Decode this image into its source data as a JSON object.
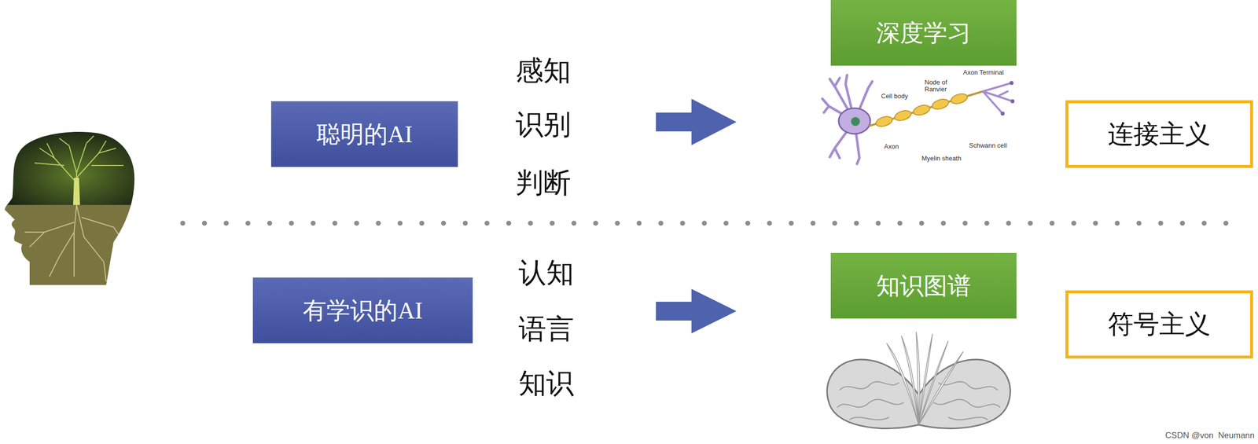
{
  "diagram": {
    "nodes": [
      {
        "text": [
          "聪明的AI"
        ]
      },
      {
        "text": [
          "深度学习"
        ]
      },
      {
        "text": [
          "连接主义"
        ]
      },
      {
        "text": [
          "有学识的AI"
        ]
      },
      {
        "text": [
          "知识图谱"
        ]
      },
      {
        "text": [
          "符号主义"
        ]
      }
    ],
    "labels": [
      "感知",
      "识别",
      "判断",
      "Axon Terminal",
      "Node of Ranvier",
      "Cell body",
      "Axon",
      "Schwann cell",
      "Myelin sheath",
      "认知",
      "语言",
      "知识",
      "CSDN @von  Neumann"
    ]
  }
}
